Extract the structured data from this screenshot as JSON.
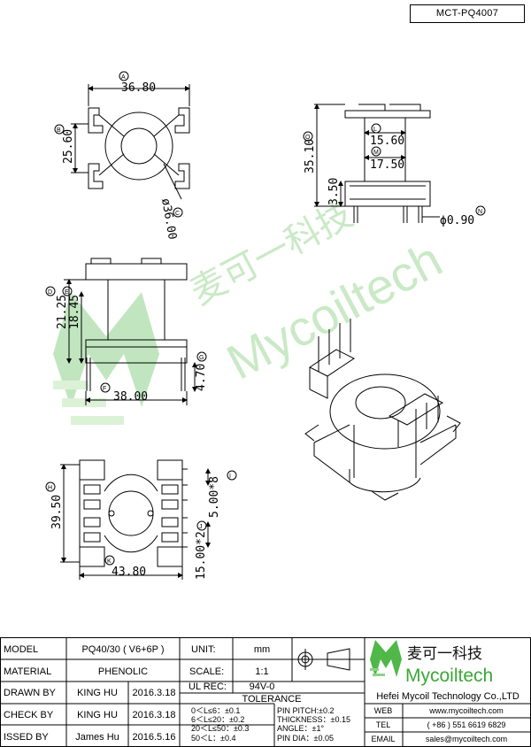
{
  "header": {
    "part_number": "MCT-PQ4007"
  },
  "watermark": {
    "cn": "麦可一科技",
    "en": "Mycoiltech"
  },
  "dimensions": {
    "top": {
      "width": "36.80",
      "height": "25.60",
      "diameter": "ø36.00",
      "callout_a": "A",
      "callout_b": "B",
      "callout_c": "C"
    },
    "side": {
      "overall": "35.10",
      "inner1": "15.60",
      "inner2": "17.50",
      "base": "3.50",
      "pin_dia": "ϕ0.90",
      "callout_o": "O",
      "callout_l": "L",
      "callout_m": "M",
      "callout_n": "N"
    },
    "front": {
      "height1": "21.25",
      "height2": "18.45",
      "pin_len": "4.70",
      "width": "38.00",
      "callout_d": "D",
      "callout_e": "E",
      "callout_g": "G",
      "callout_f": "F"
    },
    "bottom": {
      "height": "39.50",
      "pitch1": "5.00*8",
      "pitch2": "15.00*2",
      "width": "43.80",
      "callout_h": "H",
      "callout_i": "I",
      "callout_j": "J",
      "callout_k": "K"
    }
  },
  "title_block": {
    "rows": [
      {
        "label": "MODEL",
        "value": "PQ40/30 ( V6+6P )",
        "date": ""
      },
      {
        "label": "MATERIAL",
        "value": "PHENOLIC",
        "date": ""
      },
      {
        "label": "DRAWN BY",
        "value": "KING HU",
        "date": "2016.3.18"
      },
      {
        "label": "CHECK BY",
        "value": "KING HU",
        "date": "2016.3.18"
      },
      {
        "label": "ISSED BY",
        "value": "James Hu",
        "date": "2016.5.16"
      }
    ],
    "unit_label": "UNIT:",
    "unit_value": "mm",
    "scale_label": "SCALE:",
    "scale_value": "1:1",
    "ul_label": "UL REC:",
    "ul_value": "94V-0",
    "tolerance_title": "TOLERANCE",
    "tolerances": [
      "0＜L≤6：±0.1",
      "6＜L≤20：±0.2",
      "20＜L≤50：±0.3",
      "50＜L：±0.4"
    ],
    "tolerances2": [
      "PIN PITCH:±0.2",
      "THICKNESS：±0.15",
      "ANGLE：±1°",
      "PIN DIA：±0.05"
    ]
  },
  "company": {
    "logo_cn": "麦可一科技",
    "logo_en": "Mycoiltech",
    "name": "Hefei Mycoil Technology Co.,LTD",
    "contacts": [
      {
        "label": "WEB",
        "value": "www.mycoiltech.com"
      },
      {
        "label": "TEL",
        "value": "( +86 ) 551 6619 6829"
      },
      {
        "label": "EMAIL",
        "value": "sales@mycoiltech.com"
      }
    ]
  }
}
